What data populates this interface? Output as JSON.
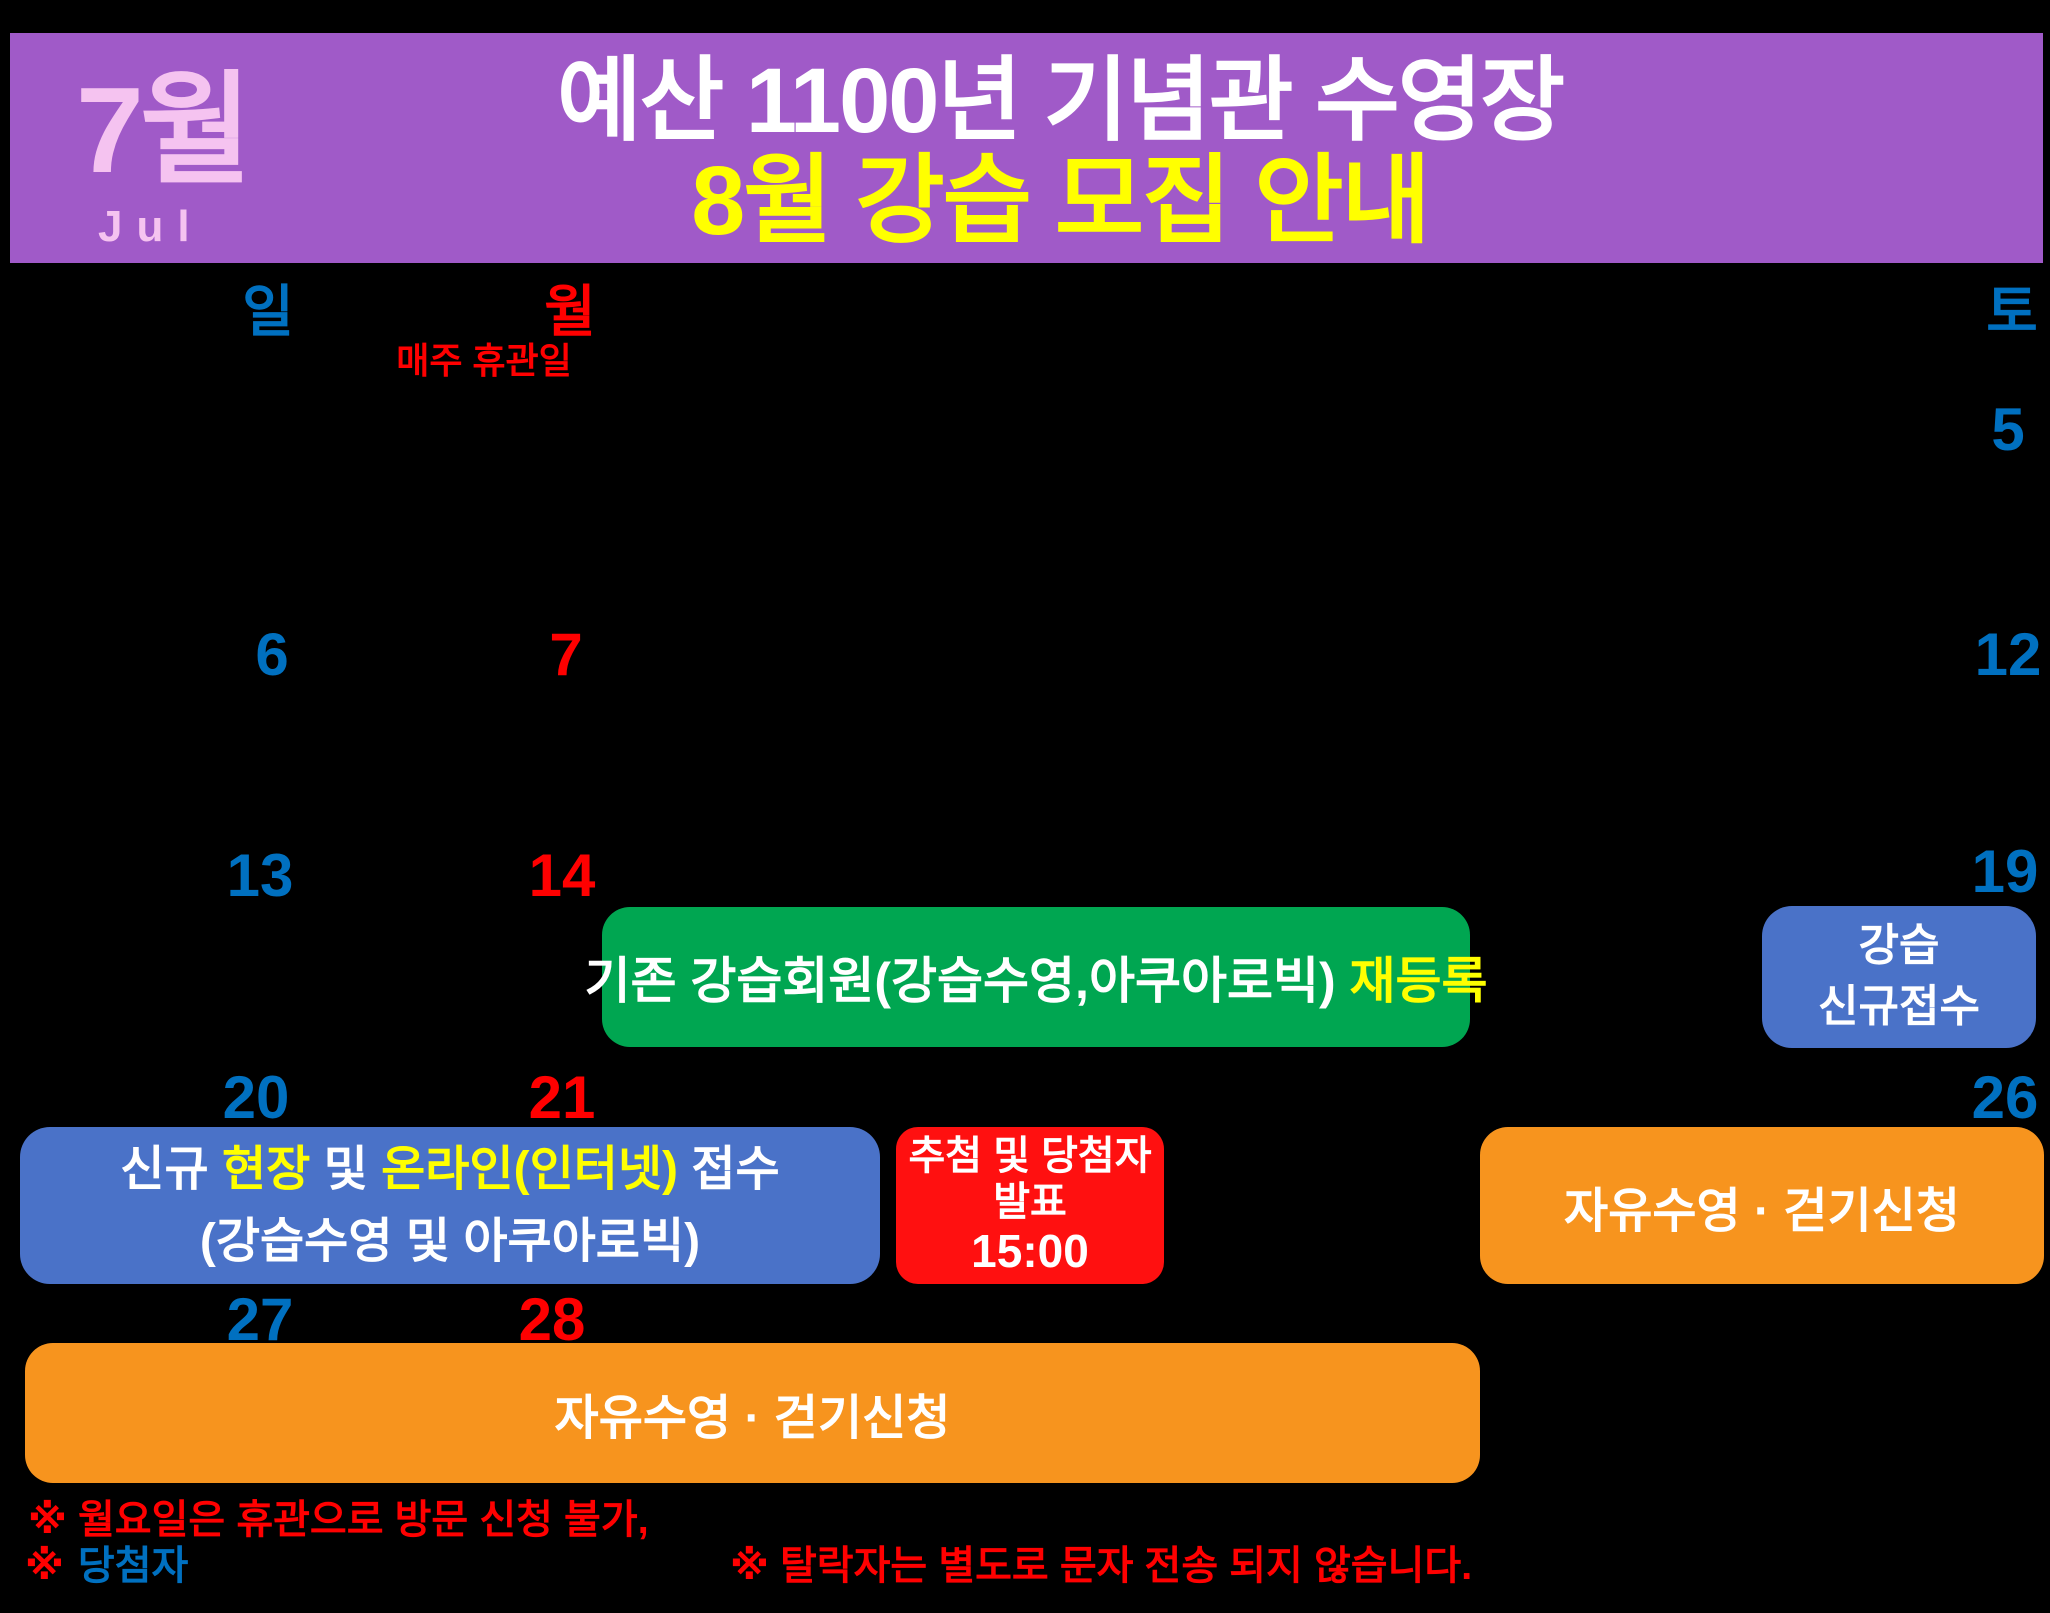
{
  "header": {
    "month": "7월",
    "month_en": "Jul",
    "title_line1": "예산 1100년 기념관 수영장",
    "title_line2": "8월 강습 모집 안내"
  },
  "calendar": {
    "weekday_sun": "일",
    "weekday_mon": "월",
    "weekday_sat": "토",
    "monday_note": "매주 휴관일",
    "dates": [
      {
        "day": "5"
      },
      {
        "day": "6"
      },
      {
        "day": "7"
      },
      {
        "day": "12"
      },
      {
        "day": "13"
      },
      {
        "day": "14"
      },
      {
        "day": "19"
      },
      {
        "day": "20"
      },
      {
        "day": "21"
      },
      {
        "day": "26"
      },
      {
        "day": "27"
      },
      {
        "day": "28"
      }
    ]
  },
  "events": {
    "reregister": {
      "text_white": "기존 강습회원(강습수영,아쿠아로빅) ",
      "text_yellow": "재등록"
    },
    "lesson_new": {
      "line1": "강습",
      "line2": "신규접수"
    },
    "new_register": {
      "p1": "신규 ",
      "p2": "현장",
      "p3": " 및 ",
      "p4": "온라인(인터넷)",
      "p5": " 접수",
      "line2": "(강습수영 및 아쿠아로빅)"
    },
    "lottery": {
      "line1": "추첨 및 당첨자",
      "line2": "발표",
      "line3": "15:00"
    },
    "free_swim_right": "자유수영 · 걷기신청",
    "free_swim_bottom": "자유수영 · 걷기신청"
  },
  "footnotes": {
    "note1": "※ 월요일은 휴관으로 방문 신청 불가,",
    "note2_mark": "※",
    "note2_blue": "당첨자",
    "note3": "※ 탈락자는 별도로 문자 전송 되지 않습니다."
  },
  "colors": {
    "header_bg": "#A05AC8",
    "header_month_pink": "#F5C3F0",
    "title_white": "#FFFFFF",
    "title_yellow": "#FFFF00",
    "sunday_saturday_blue": "#0070C0",
    "monday_red": "#FF0000",
    "green_bar": "#00A651",
    "blue_bar": "#4A72C8",
    "red_bar": "#FF1010",
    "orange_bar": "#F7941E",
    "bar_text_white": "#FFFFFF",
    "highlight_yellow": "#FFFF00"
  }
}
